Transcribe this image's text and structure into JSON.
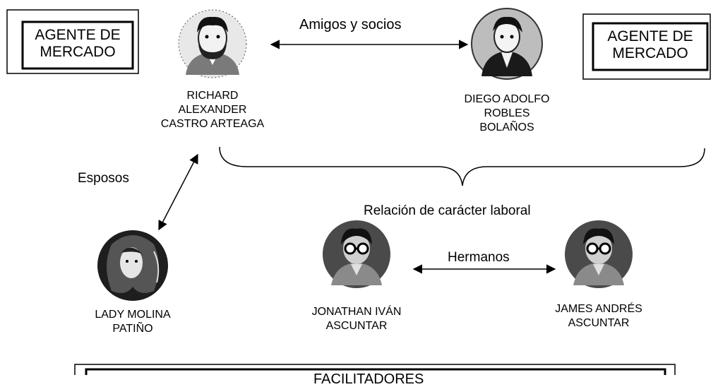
{
  "agent_left": {
    "line1": "AGENTE DE",
    "line2": "MERCADO"
  },
  "agent_right": {
    "line1": "AGENTE DE",
    "line2": "MERCADO"
  },
  "people": {
    "richard": {
      "line1": "RICHARD",
      "line2": "ALEXANDER",
      "line3": "CASTRO ARTEAGA",
      "icon": "man-beard-icon"
    },
    "diego": {
      "line1": "DIEGO ADOLFO",
      "line2": "ROBLES",
      "line3": "BOLAÑOS",
      "icon": "man-suit-icon"
    },
    "lady": {
      "line1": "LADY MOLINA",
      "line2": "PATIÑO",
      "icon": "woman-icon"
    },
    "jonathan": {
      "line1": "JONATHAN IVÁN",
      "line2": "ASCUNTAR",
      "icon": "man-glasses-icon"
    },
    "james": {
      "line1": "JAMES ANDRÉS",
      "line2": "ASCUNTAR",
      "icon": "man-glasses-icon"
    }
  },
  "relations": {
    "friends": "Amigos y socios",
    "spouses": "Esposos",
    "work": "Relación de carácter laboral",
    "siblings": "Hermanos"
  },
  "footer": {
    "label": "FACILITADORES"
  }
}
